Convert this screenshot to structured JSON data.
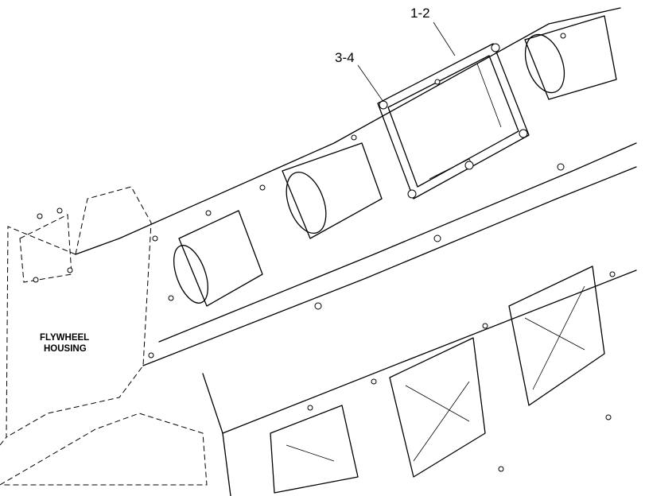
{
  "diagram": {
    "callouts": [
      {
        "label": "1-2"
      },
      {
        "label": "3-4"
      }
    ],
    "region_labels": {
      "flywheel_line1": "FLYWHEEL",
      "flywheel_line2": "HOUSING"
    }
  }
}
